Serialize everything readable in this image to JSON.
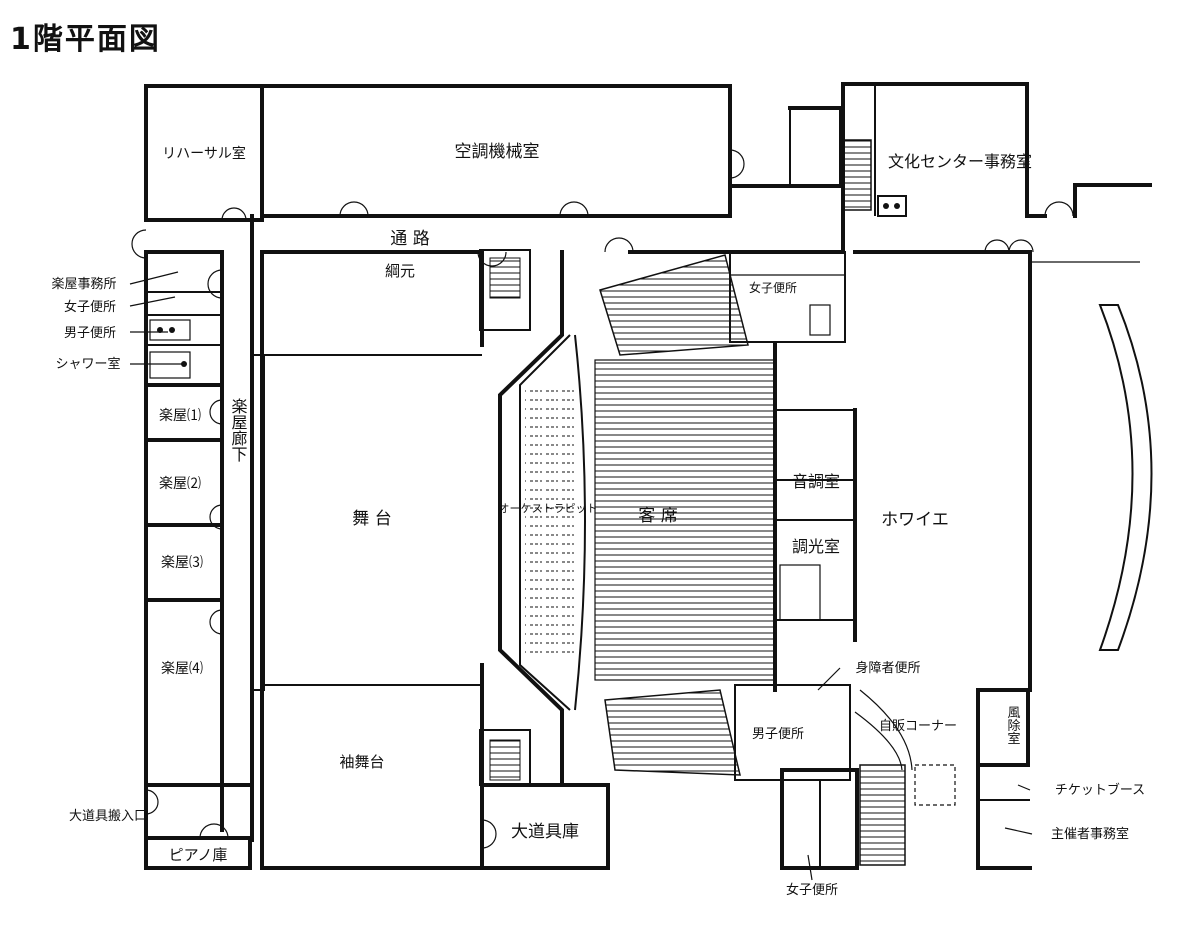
{
  "title": "1階平面図",
  "rooms": {
    "rehearsal": "リハーサル室",
    "aircon": "空調機械室",
    "culture_office": "文化センター事務室",
    "passage": "通 路",
    "gakuya_office": "楽屋事務所",
    "womens_toilet_w": "女子便所",
    "mens_toilet_w": "男子便所",
    "shower": "シャワー室",
    "gakuya1": "楽屋⑴",
    "gakuya2": "楽屋⑵",
    "gakuya3": "楽屋⑶",
    "gakuya4": "楽屋⑷",
    "gakuya_corridor": "楽屋廊下",
    "tsunamoto": "綱元",
    "stage": "舞 台",
    "side_stage": "袖舞台",
    "orchestra_pit": "オーケストラピット",
    "seats": "客 席",
    "womens_toilet_ne": "女子便所",
    "sound_room": "音調室",
    "light_room": "調光室",
    "foyer": "ホワイエ",
    "accessible_toilet": "身障者便所",
    "vending": "自販コーナー",
    "mens_toilet_se": "男子便所",
    "windbreak": "風除室",
    "ticket_booth": "チケットブース",
    "organizer_office": "主催者事務室",
    "womens_toilet_s": "女子便所",
    "large_props_entry": "大道具搬入口",
    "piano_storage": "ピアノ庫",
    "large_props_storage": "大道具庫"
  }
}
